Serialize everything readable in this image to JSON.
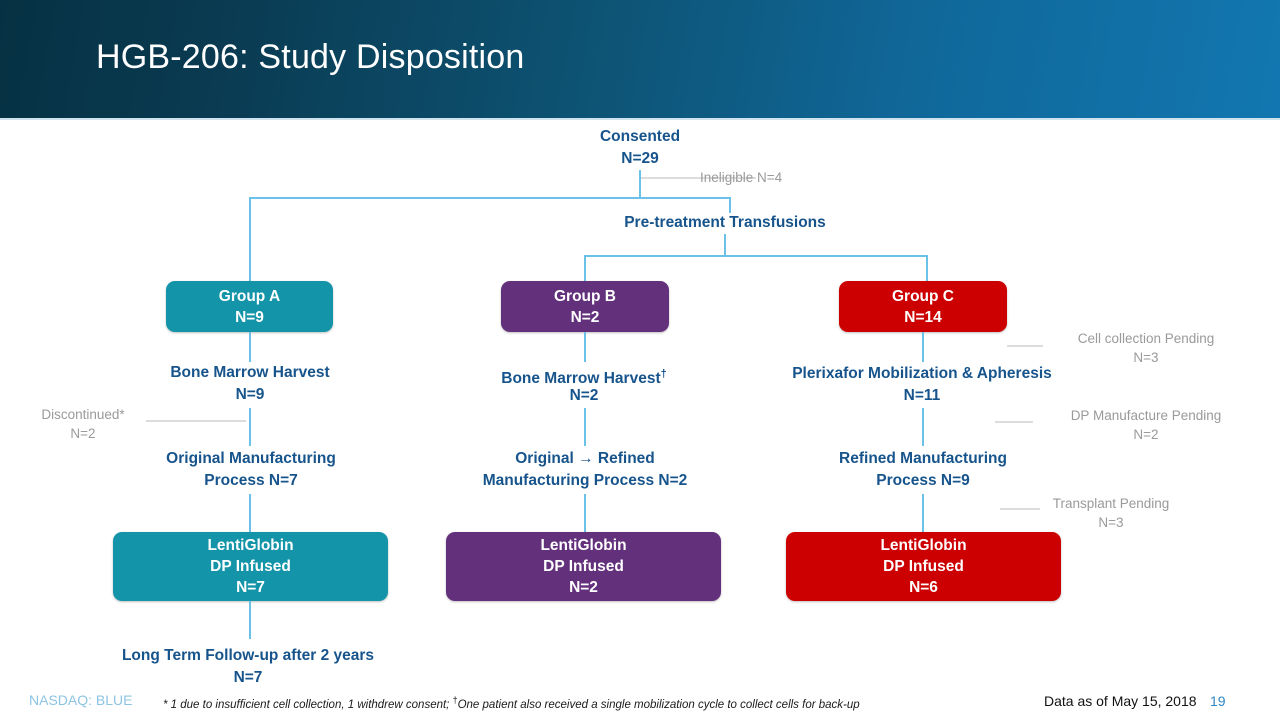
{
  "header": {
    "title": "HGB-206: Study Disposition"
  },
  "flow": {
    "consented": {
      "label": "Consented",
      "n": "N=29"
    },
    "ineligible": {
      "label": "Ineligible  N=4"
    },
    "pretreatment": {
      "label": "Pre-treatment Transfusions"
    },
    "groups": [
      {
        "name": "group-a",
        "label": "Group A",
        "n": "N=9",
        "color": "#1394a8"
      },
      {
        "name": "group-b",
        "label": "Group B",
        "n": "N=2",
        "color": "#63307c"
      },
      {
        "name": "group-c",
        "label": "Group C",
        "n": "N=14",
        "color": "#cc0000"
      }
    ],
    "harvest": [
      {
        "label": "Bone Marrow Harvest",
        "dagger": "",
        "n": "N=9"
      },
      {
        "label": "Bone Marrow Harvest",
        "dagger": "†",
        "n": "N=2"
      },
      {
        "label": "Plerixafor Mobilization & Apheresis",
        "dagger": "",
        "n": "N=11"
      }
    ],
    "manufacturing": [
      {
        "line1": "Original Manufacturing",
        "line2": "Process N=7"
      },
      {
        "line1": "Original → Refined",
        "line2": "Manufacturing Process N=2"
      },
      {
        "line1": "Refined Manufacturing",
        "line2": "Process N=9"
      }
    ],
    "infused": [
      {
        "line1": "LentiGlobin",
        "line2": "DP Infused",
        "line3": "N=7"
      },
      {
        "line1": "LentiGlobin",
        "line2": "DP Infused",
        "line3": "N=2"
      },
      {
        "line1": "LentiGlobin",
        "line2": "DP Infused",
        "line3": "N=6"
      }
    ],
    "discontinued": {
      "label": "Discontinued*",
      "n": "N=2"
    },
    "cell_collection_pending": {
      "label": "Cell collection Pending",
      "n": "N=3"
    },
    "dp_manufacture_pending": {
      "label": "DP Manufacture Pending",
      "n": "N=2"
    },
    "transplant_pending": {
      "label": "Transplant Pending",
      "n": "N=3"
    },
    "followup": {
      "label": "Long Term Follow-up after 2 years",
      "n": "N=7"
    }
  },
  "footer": {
    "nasdaq": "NASDAQ: BLUE",
    "footnote_a": "* 1 due to insufficient cell collection, 1 withdrew consent; ",
    "footnote_dagger": "†",
    "footnote_b": "One patient also received a single mobilization cycle to collect cells for back-up",
    "data_as_of": "Data as of May 15, 2018",
    "page_number": "19"
  }
}
